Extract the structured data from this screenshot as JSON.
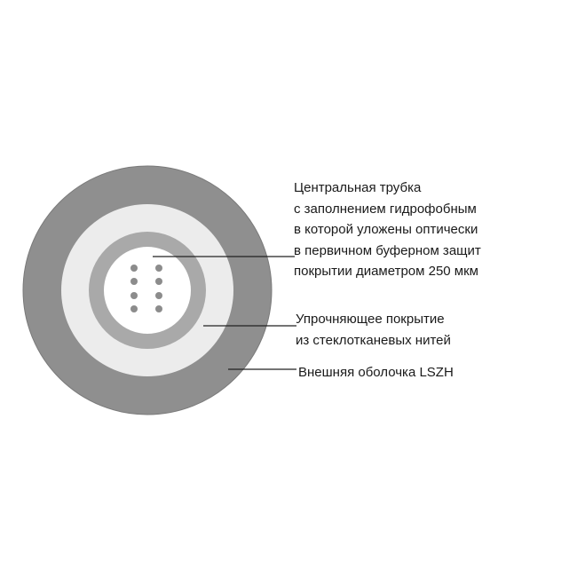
{
  "labels": {
    "central_tube": {
      "lines": [
        "Центральная трубка",
        "с заполнением гидрофобным",
        "в которой уложены оптически",
        "в первичном буферном защит",
        "покрытии диаметром 250 мкм"
      ]
    },
    "strength_member": {
      "lines": [
        "Упрочняющее покрытие",
        "из стеклотканевых нитей"
      ]
    },
    "outer_sheath": {
      "lines": [
        "Внешняя оболочка LSZH"
      ]
    }
  },
  "colors": {
    "outer_sheath": "#8f8f8f",
    "strength_layer": "#ececec",
    "tube_wall": "#a9a9a9",
    "tube_core": "#ffffff",
    "fiber": "#8c8c8c",
    "leader_line": "#222222",
    "text": "#1a1a1a"
  },
  "fibers": {
    "count": 8
  }
}
